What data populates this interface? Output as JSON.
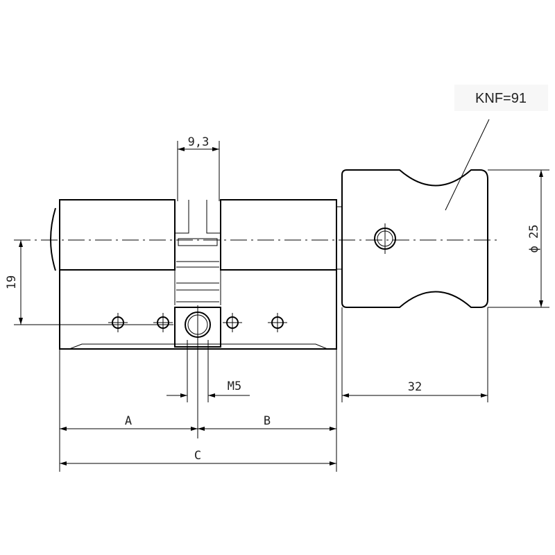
{
  "labels": {
    "knob_code": "KNF=91",
    "dim_cam_width": "9,3",
    "dim_height": "19",
    "dim_knob_diameter": "ϕ 25",
    "dim_knob_length": "32",
    "dim_screw": "M5",
    "dim_a": "A",
    "dim_b": "B",
    "dim_c": "C"
  }
}
